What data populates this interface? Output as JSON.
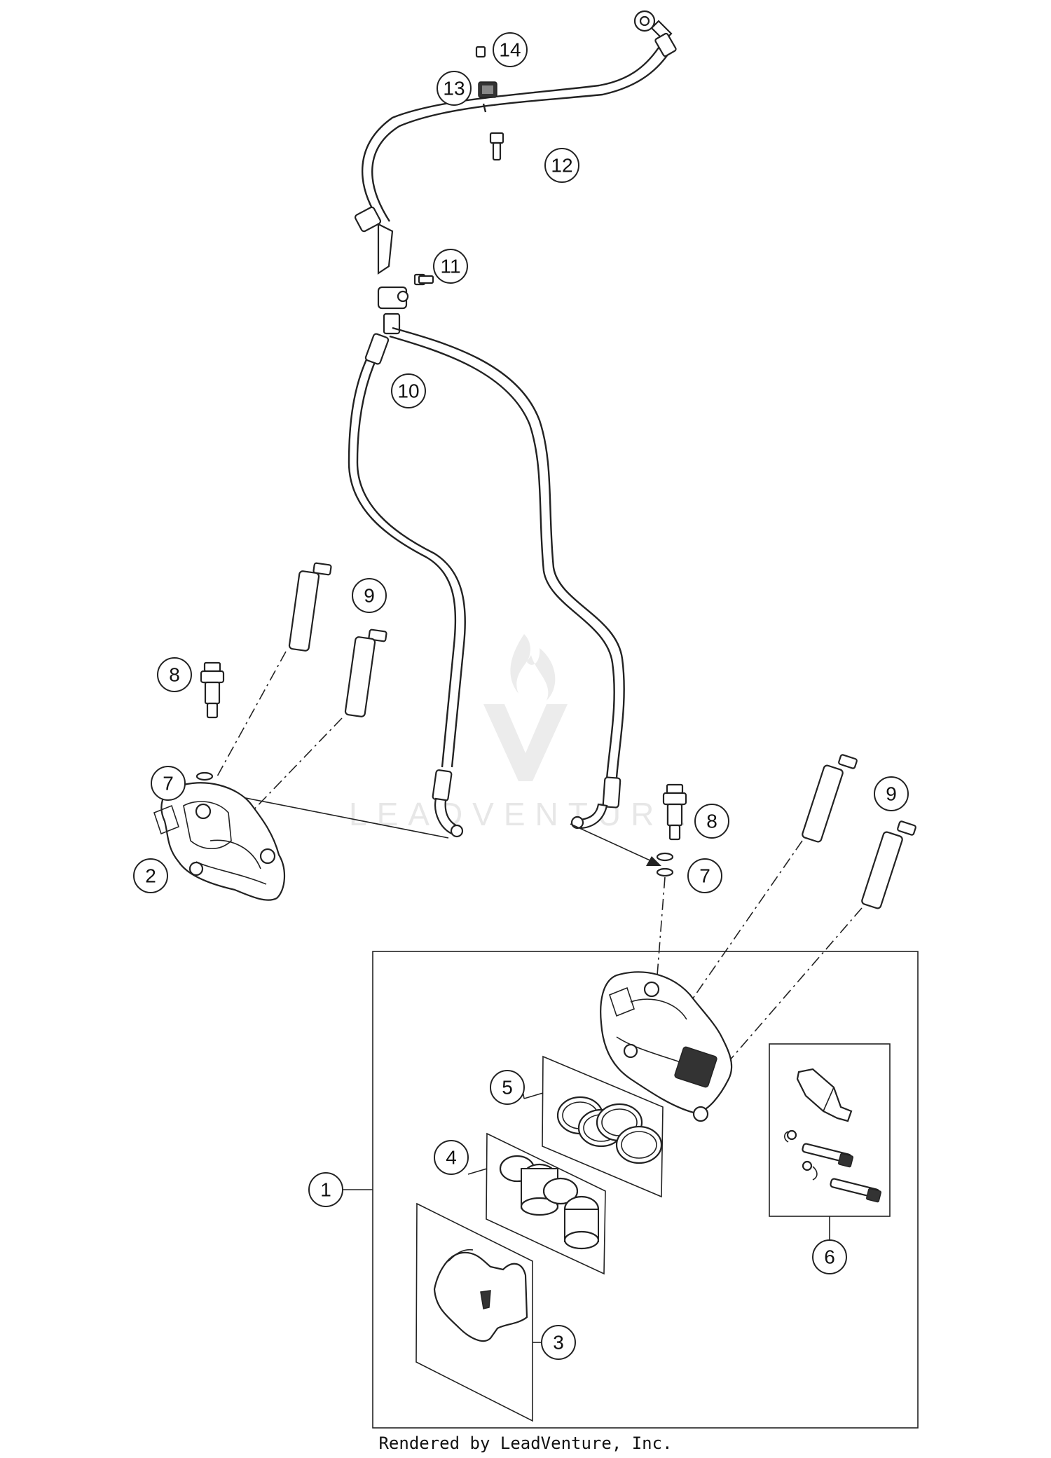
{
  "watermark": {
    "text": "LEADVENTURE"
  },
  "footer": {
    "credit": "Rendered by LeadVenture, Inc."
  },
  "callouts": {
    "c1": "1",
    "c2": "2",
    "c3": "3",
    "c4": "4",
    "c5": "5",
    "c6": "6",
    "c7a": "7",
    "c7b": "7",
    "c8a": "8",
    "c8b": "8",
    "c9a": "9",
    "c9b": "9",
    "c10": "10",
    "c11": "11",
    "c12": "12",
    "c13": "13",
    "c14": "14"
  }
}
